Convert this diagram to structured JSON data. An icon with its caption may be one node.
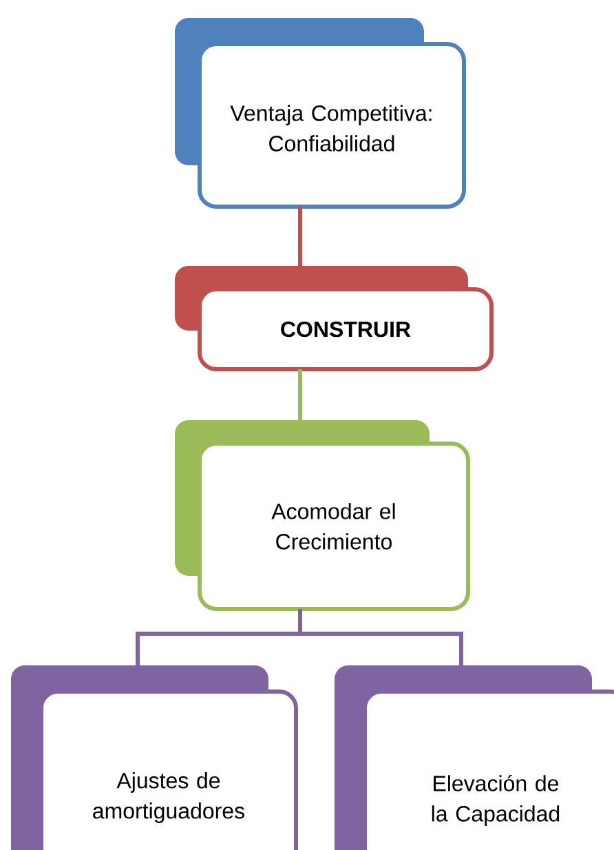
{
  "diagram": {
    "nodes": [
      {
        "text": [
          "Ventaja Competitiva: Confiabilidad"
        ]
      },
      {
        "text": [
          "CONSTRUIR"
        ]
      },
      {
        "text": [
          "Acomodar el Crecimiento"
        ]
      },
      {
        "text": [
          "Ajustes de amortiguadores"
        ]
      },
      {
        "text": [
          "Elevación de la Capacidad"
        ]
      }
    ],
    "edges": [
      {
        "from": 0,
        "to": 1,
        "arrow": "none",
        "color": "#c0504d"
      },
      {
        "from": 1,
        "to": 2,
        "arrow": "none",
        "color": "#9bbb59"
      },
      {
        "from": 2,
        "to": 3,
        "arrow": "none"
      },
      {
        "from": 2,
        "to": 4,
        "arrow": "none"
      }
    ]
  }
}
